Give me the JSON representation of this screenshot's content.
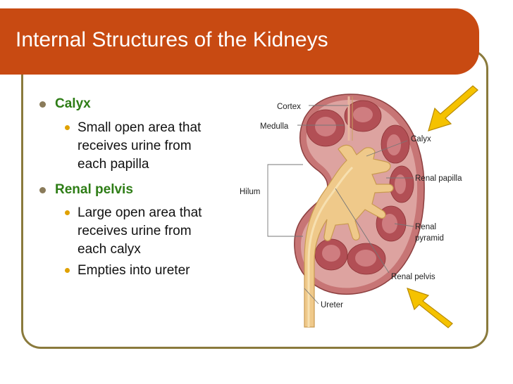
{
  "slide": {
    "title": "Internal Structures of the Kidneys",
    "colors": {
      "title_bar": "#c84a12",
      "heading_green": "#2e7d16",
      "frame": "#8a7a3c",
      "arrow": "#f5c200"
    }
  },
  "content": {
    "items": [
      {
        "heading": "Calyx",
        "sub": [
          "Small open area that receives urine from each papilla"
        ]
      },
      {
        "heading": "Renal pelvis",
        "sub": [
          "Large open area that receives urine from each calyx",
          "Empties into ureter"
        ]
      }
    ],
    "sub_lines": {
      "calyx_1": [
        "Small open area that",
        "receives urine from",
        "each papilla"
      ],
      "pelvis_1": [
        "Large open area that",
        "receives urine from",
        "each calyx"
      ],
      "pelvis_2": [
        "Empties into ureter"
      ]
    }
  },
  "diagram": {
    "labels": {
      "cortex": "Cortex",
      "medulla": "Medulla",
      "hilum": "Hilum",
      "calyx": "Calyx",
      "renal_papilla": "Renal papilla",
      "renal_pyramid_1": "Renal",
      "renal_pyramid_2": "pyramid",
      "renal_pelvis": "Renal pelvis",
      "ureter": "Ureter"
    },
    "icons": [
      "arrow-down-left-icon",
      "arrow-up-left-icon"
    ]
  }
}
